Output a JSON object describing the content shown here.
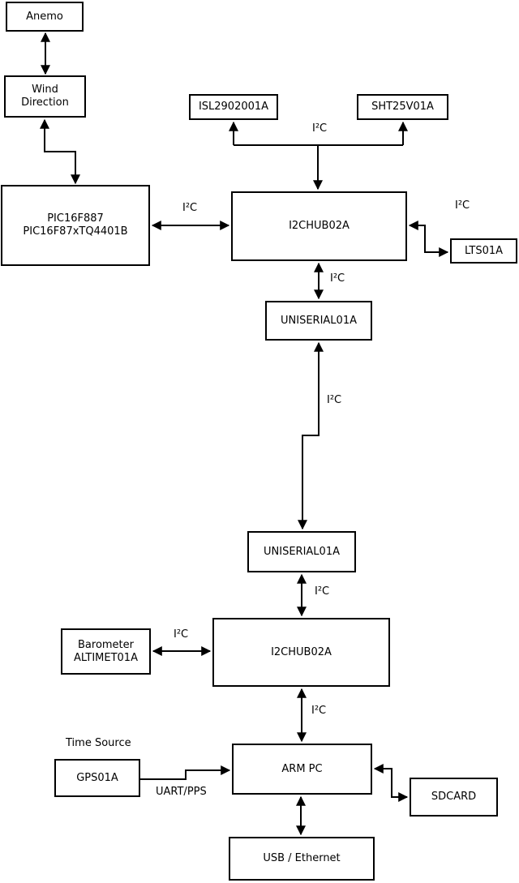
{
  "diagram_title": "sensor-network-block-diagram",
  "colors": {
    "line": "#000000",
    "background": "#ffffff",
    "text": "#000000"
  },
  "nodes": {
    "anemo": {
      "label": "Anemo"
    },
    "wind_direction": {
      "label": "Wind\nDirection"
    },
    "pic": {
      "label": "PIC16F887\nPIC16F87xTQ4401B"
    },
    "isl": {
      "label": "ISL2902001A"
    },
    "sht": {
      "label": "SHT25V01A"
    },
    "hub1": {
      "label": "I2CHUB02A"
    },
    "lts": {
      "label": "LTS01A"
    },
    "uniserial1": {
      "label": "UNISERIAL01A"
    },
    "uniserial2": {
      "label": "UNISERIAL01A"
    },
    "hub2": {
      "label": "I2CHUB02A"
    },
    "barometer": {
      "label": "Barometer\nALTIMET01A"
    },
    "gps": {
      "label": "GPS01A"
    },
    "arm_pc": {
      "label": "ARM PC"
    },
    "sdcard": {
      "label": "SDCARD"
    },
    "usb_ethernet": {
      "label": "USB / Ethernet"
    }
  },
  "edge_labels": {
    "i2c_sensor_bus": "I²C",
    "i2c_pic_hub1": "I²C",
    "i2c_hub1_lts": "I²C",
    "i2c_hub1_uniserial1": "I²C",
    "i2c_uniserial_link": "I²C",
    "i2c_uniserial2_hub2": "I²C",
    "i2c_barometer_hub2": "I²C",
    "i2c_hub2_armpc": "I²C",
    "time_source": "Time Source",
    "uart_pps": "UART/PPS"
  }
}
